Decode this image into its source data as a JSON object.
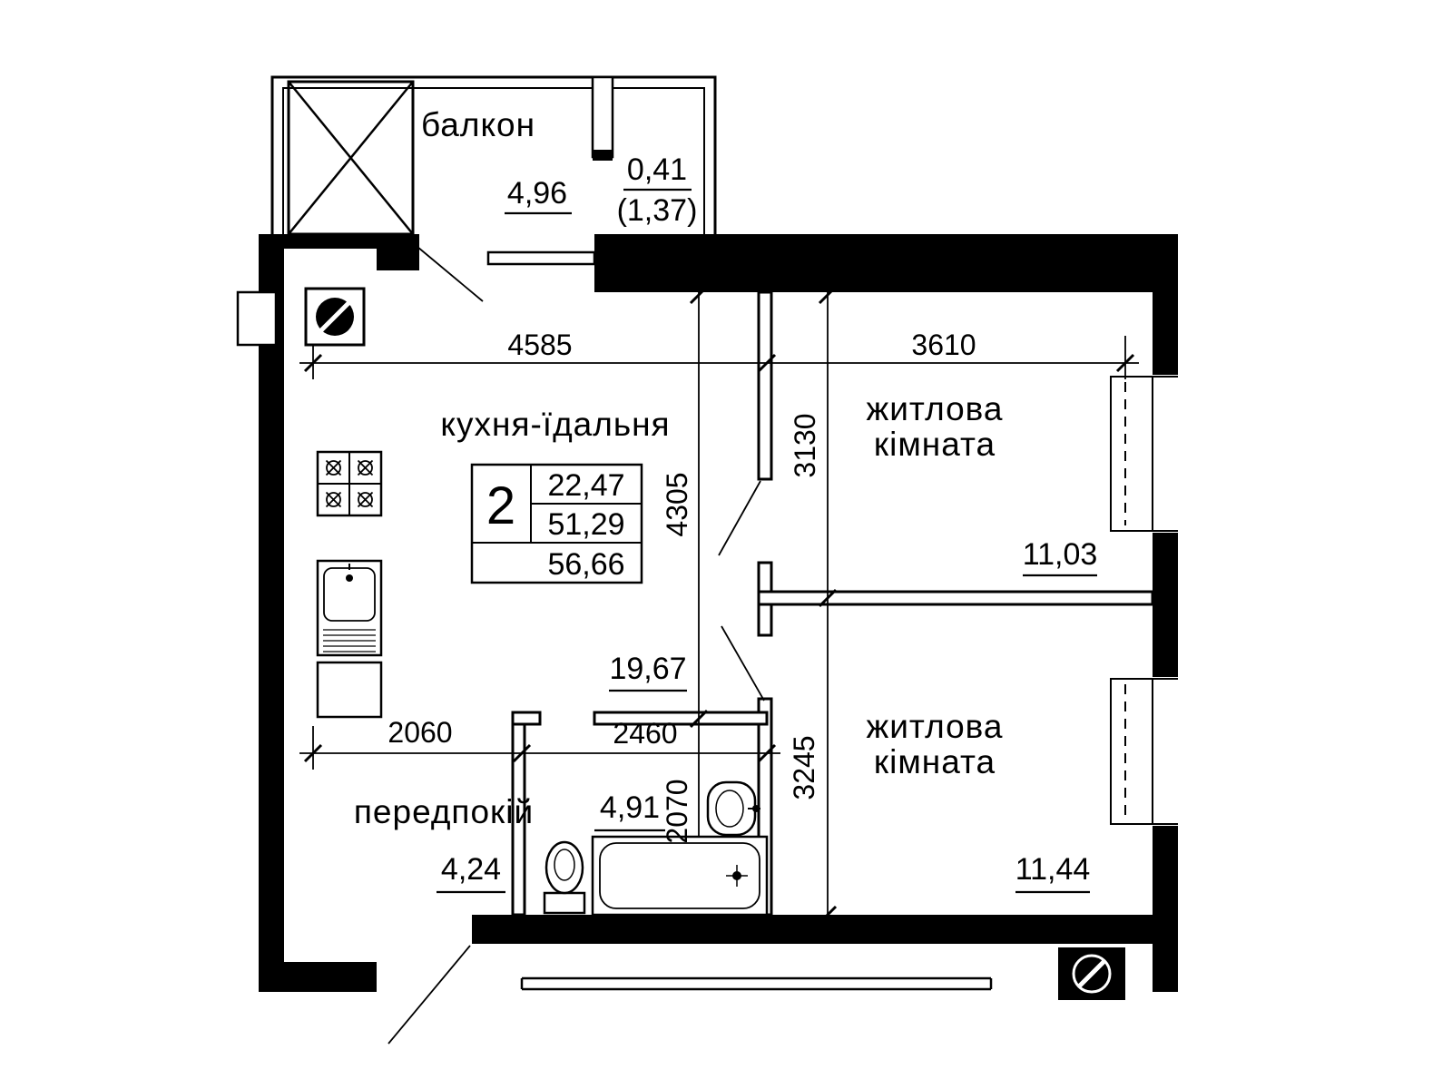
{
  "plan": {
    "balcony": {
      "label": "балкон",
      "area": "4,96",
      "coef_area": "0,41",
      "full_area": "(1,37)"
    },
    "kitchen": {
      "label": "кухня-їдальня",
      "area": "19,67"
    },
    "room1": {
      "label1": "житлова",
      "label2": "кімната",
      "area": "11,03"
    },
    "room2": {
      "label1": "житлова",
      "label2": "кімната",
      "area": "11,44"
    },
    "hall": {
      "label": "передпокій",
      "area": "4,24"
    },
    "bathroom": {
      "area": "4,91"
    },
    "summary": {
      "rooms": "2",
      "living": "22,47",
      "usable": "51,29",
      "total": "56,66"
    },
    "dims": {
      "kitchen_width": "4585",
      "rooms_width": "3610",
      "room1_height": "3130",
      "kitchen_height": "4305",
      "hall_width": "2060",
      "bath_width": "2460",
      "bath_height": "2070",
      "room2_height": "3245"
    }
  }
}
